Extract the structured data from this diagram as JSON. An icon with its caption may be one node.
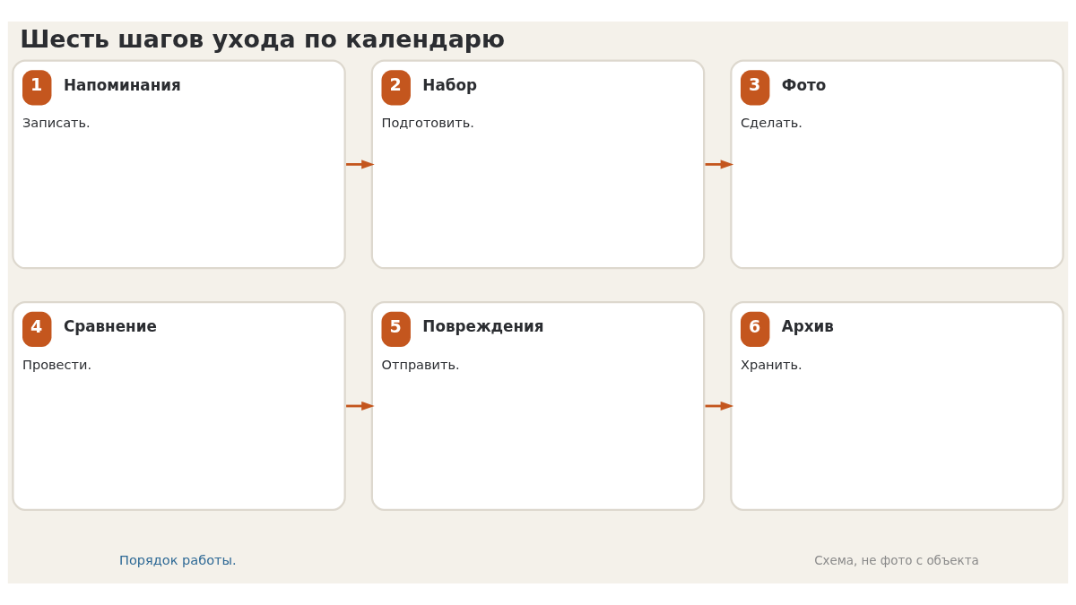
{
  "diagram": {
    "title": "Шесть шагов ухода по календарю",
    "nodes": [
      {
        "text": [
          "1",
          "Напоминания",
          "Записать."
        ]
      },
      {
        "text": [
          "2",
          "Набор",
          "Подготовить."
        ]
      },
      {
        "text": [
          "3",
          "Фото",
          "Сделать."
        ]
      },
      {
        "text": [
          "4",
          "Сравнение",
          "Провести."
        ]
      },
      {
        "text": [
          "5",
          "Повреждения",
          "Отправить."
        ]
      },
      {
        "text": [
          "6",
          "Архив",
          "Хранить."
        ]
      }
    ],
    "edges": [
      {
        "from": 0,
        "to": 1,
        "arrow": "to"
      },
      {
        "from": 1,
        "to": 2,
        "arrow": "to"
      },
      {
        "from": 3,
        "to": 4,
        "arrow": "to"
      },
      {
        "from": 4,
        "to": 5,
        "arrow": "to"
      }
    ],
    "labels": [
      "Порядок работы.",
      "Схема, не фото с объекта"
    ]
  }
}
